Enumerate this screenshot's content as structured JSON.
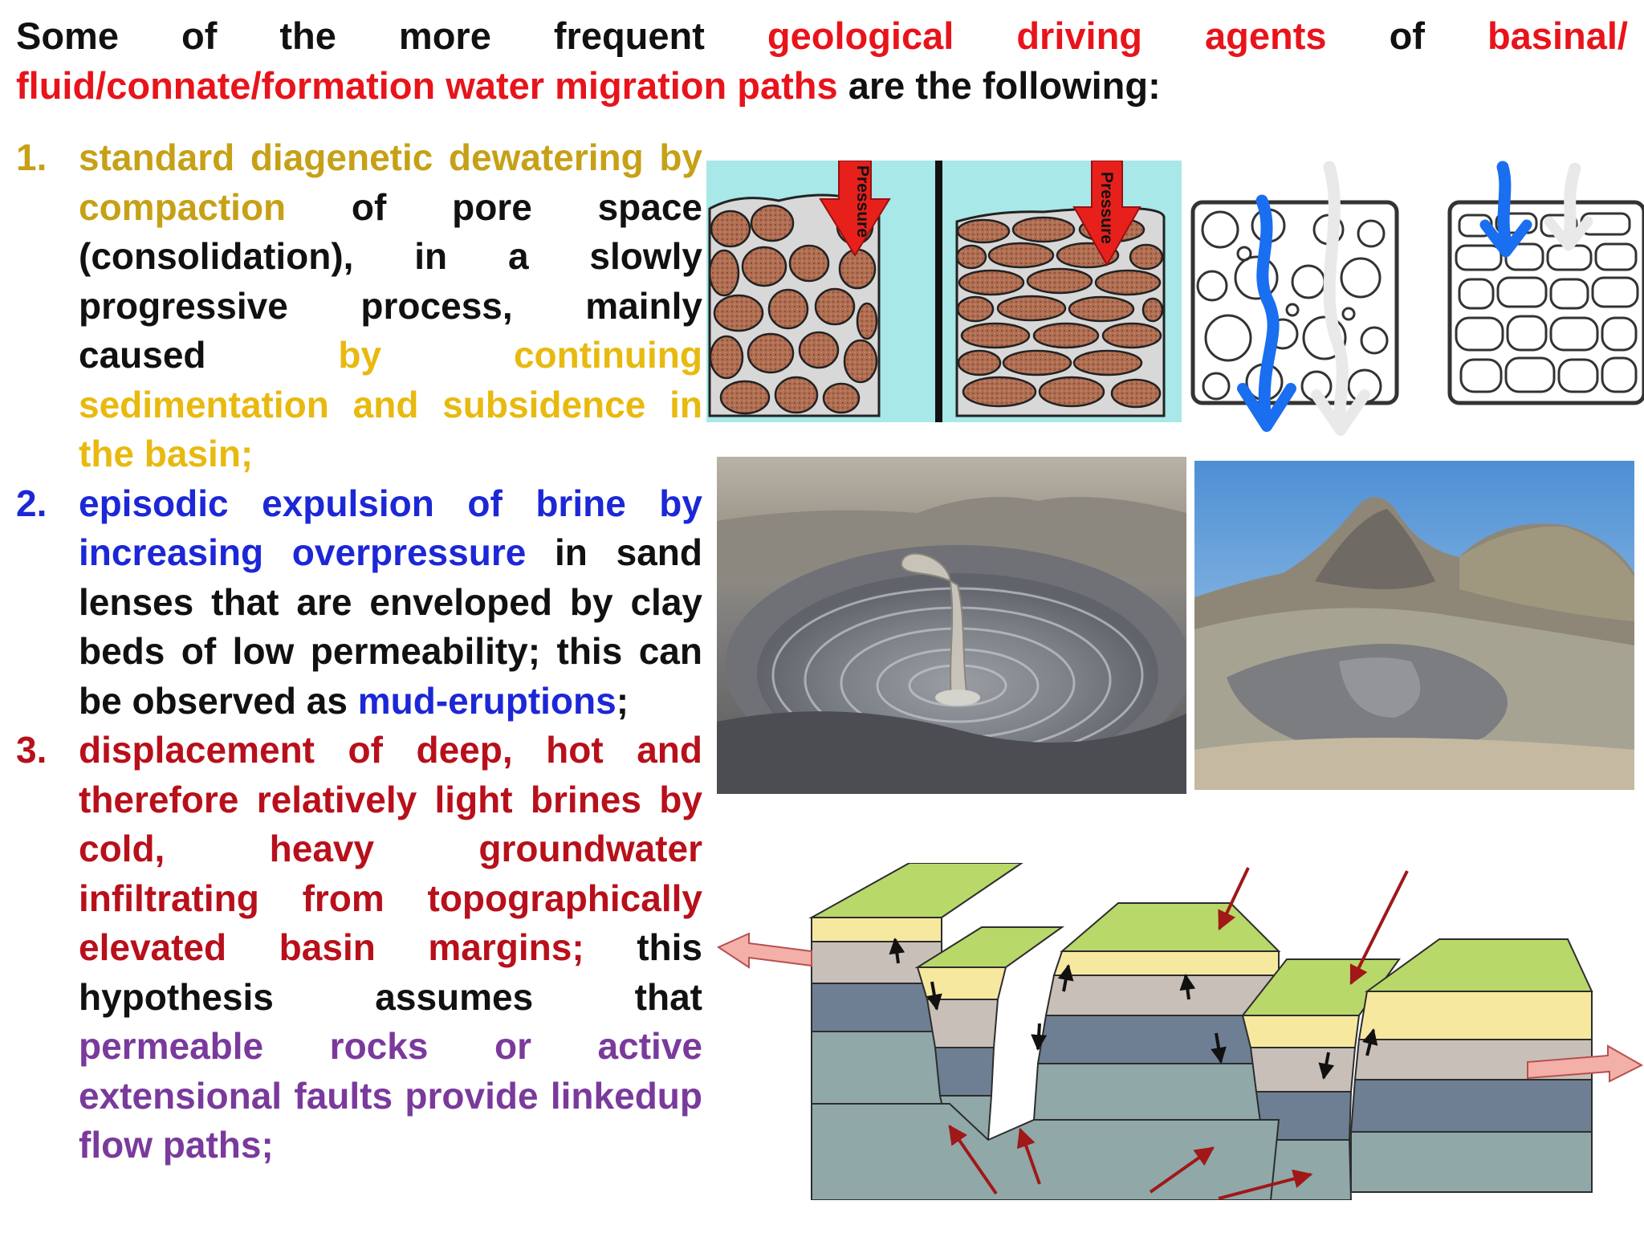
{
  "title": {
    "line1_words": [
      "Some",
      "of",
      "the",
      "more",
      "frequent",
      "geological",
      "driving",
      "agents",
      "of",
      "basinal/"
    ],
    "line1_red_from": 5,
    "line2_red": "fluid/connate/formation water migration paths",
    "line2_rest": " are the following:"
  },
  "items": [
    {
      "number": "1.",
      "parts": [
        {
          "text": "standard diagenetic dewatering by compaction",
          "color": "gold"
        },
        {
          "text": " of pore space (consolidation), in a slowly progressive process, mainly caused ",
          "color": "black"
        },
        {
          "text": "by continuing sedimentation and subsidence in the basin;",
          "color": "yellow"
        }
      ]
    },
    {
      "number": "2.",
      "parts": [
        {
          "text": "episodic expulsion of brine by increasing overpressure",
          "color": "blue"
        },
        {
          "text": " in sand lenses that are enveloped by clay beds of low permeability; this can be observed as ",
          "color": "black"
        },
        {
          "text": "mud-eruptions",
          "color": "blue"
        },
        {
          "text": ";",
          "color": "black"
        }
      ]
    },
    {
      "number": "3.",
      "parts": [
        {
          "text": "displacement of deep, hot and therefore relatively light brines by cold, heavy groundwater infiltrating from topographically elevated basin margins;",
          "color": "darkred"
        },
        {
          "text": " this hypothesis assumes that ",
          "color": "black"
        },
        {
          "text": "permeable rocks or active extensional faults provide linkedup flow paths;",
          "color": "purple"
        }
      ]
    }
  ],
  "compaction_figure": {
    "label_left": "Pressure",
    "label_right": "Pressure"
  },
  "colors": {
    "gold": "#c6a117",
    "yellow": "#e8b90f",
    "blue": "#1c27d6",
    "darkred": "#b8101b",
    "purple": "#7a3a9c",
    "black": "#111111",
    "title_red": "#e8141b"
  }
}
